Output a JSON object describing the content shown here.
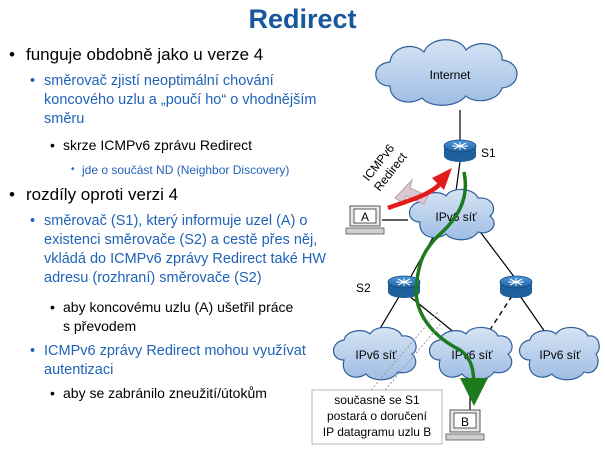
{
  "title": "Redirect",
  "bullets": {
    "b1": "funguje obdobně jako u verze 4",
    "b1_s1": [
      "směrovač zjistí neoptimální chování",
      "koncového uzlu a „poučí ho“ o vhodnějším",
      "směru"
    ],
    "b1_s2": "skrze ICMPv6 zprávu Redirect",
    "b1_s3": "jde o součást ND (Neighbor Discovery)",
    "b2": "rozdíly oproti verzi 4",
    "b2_s1": [
      "směrovač (S1), který informuje uzel (A) o",
      "existenci směrovače (S2) a cestě přes něj,",
      "vkládá do ICMPv6 zprávy Redirect také HW",
      "adresu (rozhraní) směrovače (S2)"
    ],
    "b2_s2": [
      "aby koncovému uzlu (A) ušetřil práce",
      "s převodem"
    ],
    "b2_s3": [
      "ICMPv6 zprávy Redirect mohou využívat",
      "autentizaci"
    ],
    "b2_s4": "aby se zabránilo zneužití/útokům"
  },
  "diagram": {
    "internet": "Internet",
    "s1": "S1",
    "s2": "S2",
    "icmp_label": [
      "ICMPv6",
      "Redirect"
    ],
    "host_a": "A",
    "host_b": "B",
    "cloud_top": "IPv6 síť",
    "cloud_left": "IPv6 síť",
    "cloud_mid": "IPv6 síť",
    "cloud_right": "IPv6 síť",
    "callout": [
      "současně se S1",
      "postará o doručení",
      "IP datagramu uzlu B"
    ]
  },
  "colors": {
    "title": "#17579b",
    "sub_bullet": "#1f63b8",
    "cloud": "#bcd3ee",
    "router": "#2f80c8",
    "red_arrow": "#e31b1b",
    "green_path": "#1d7a1d"
  }
}
